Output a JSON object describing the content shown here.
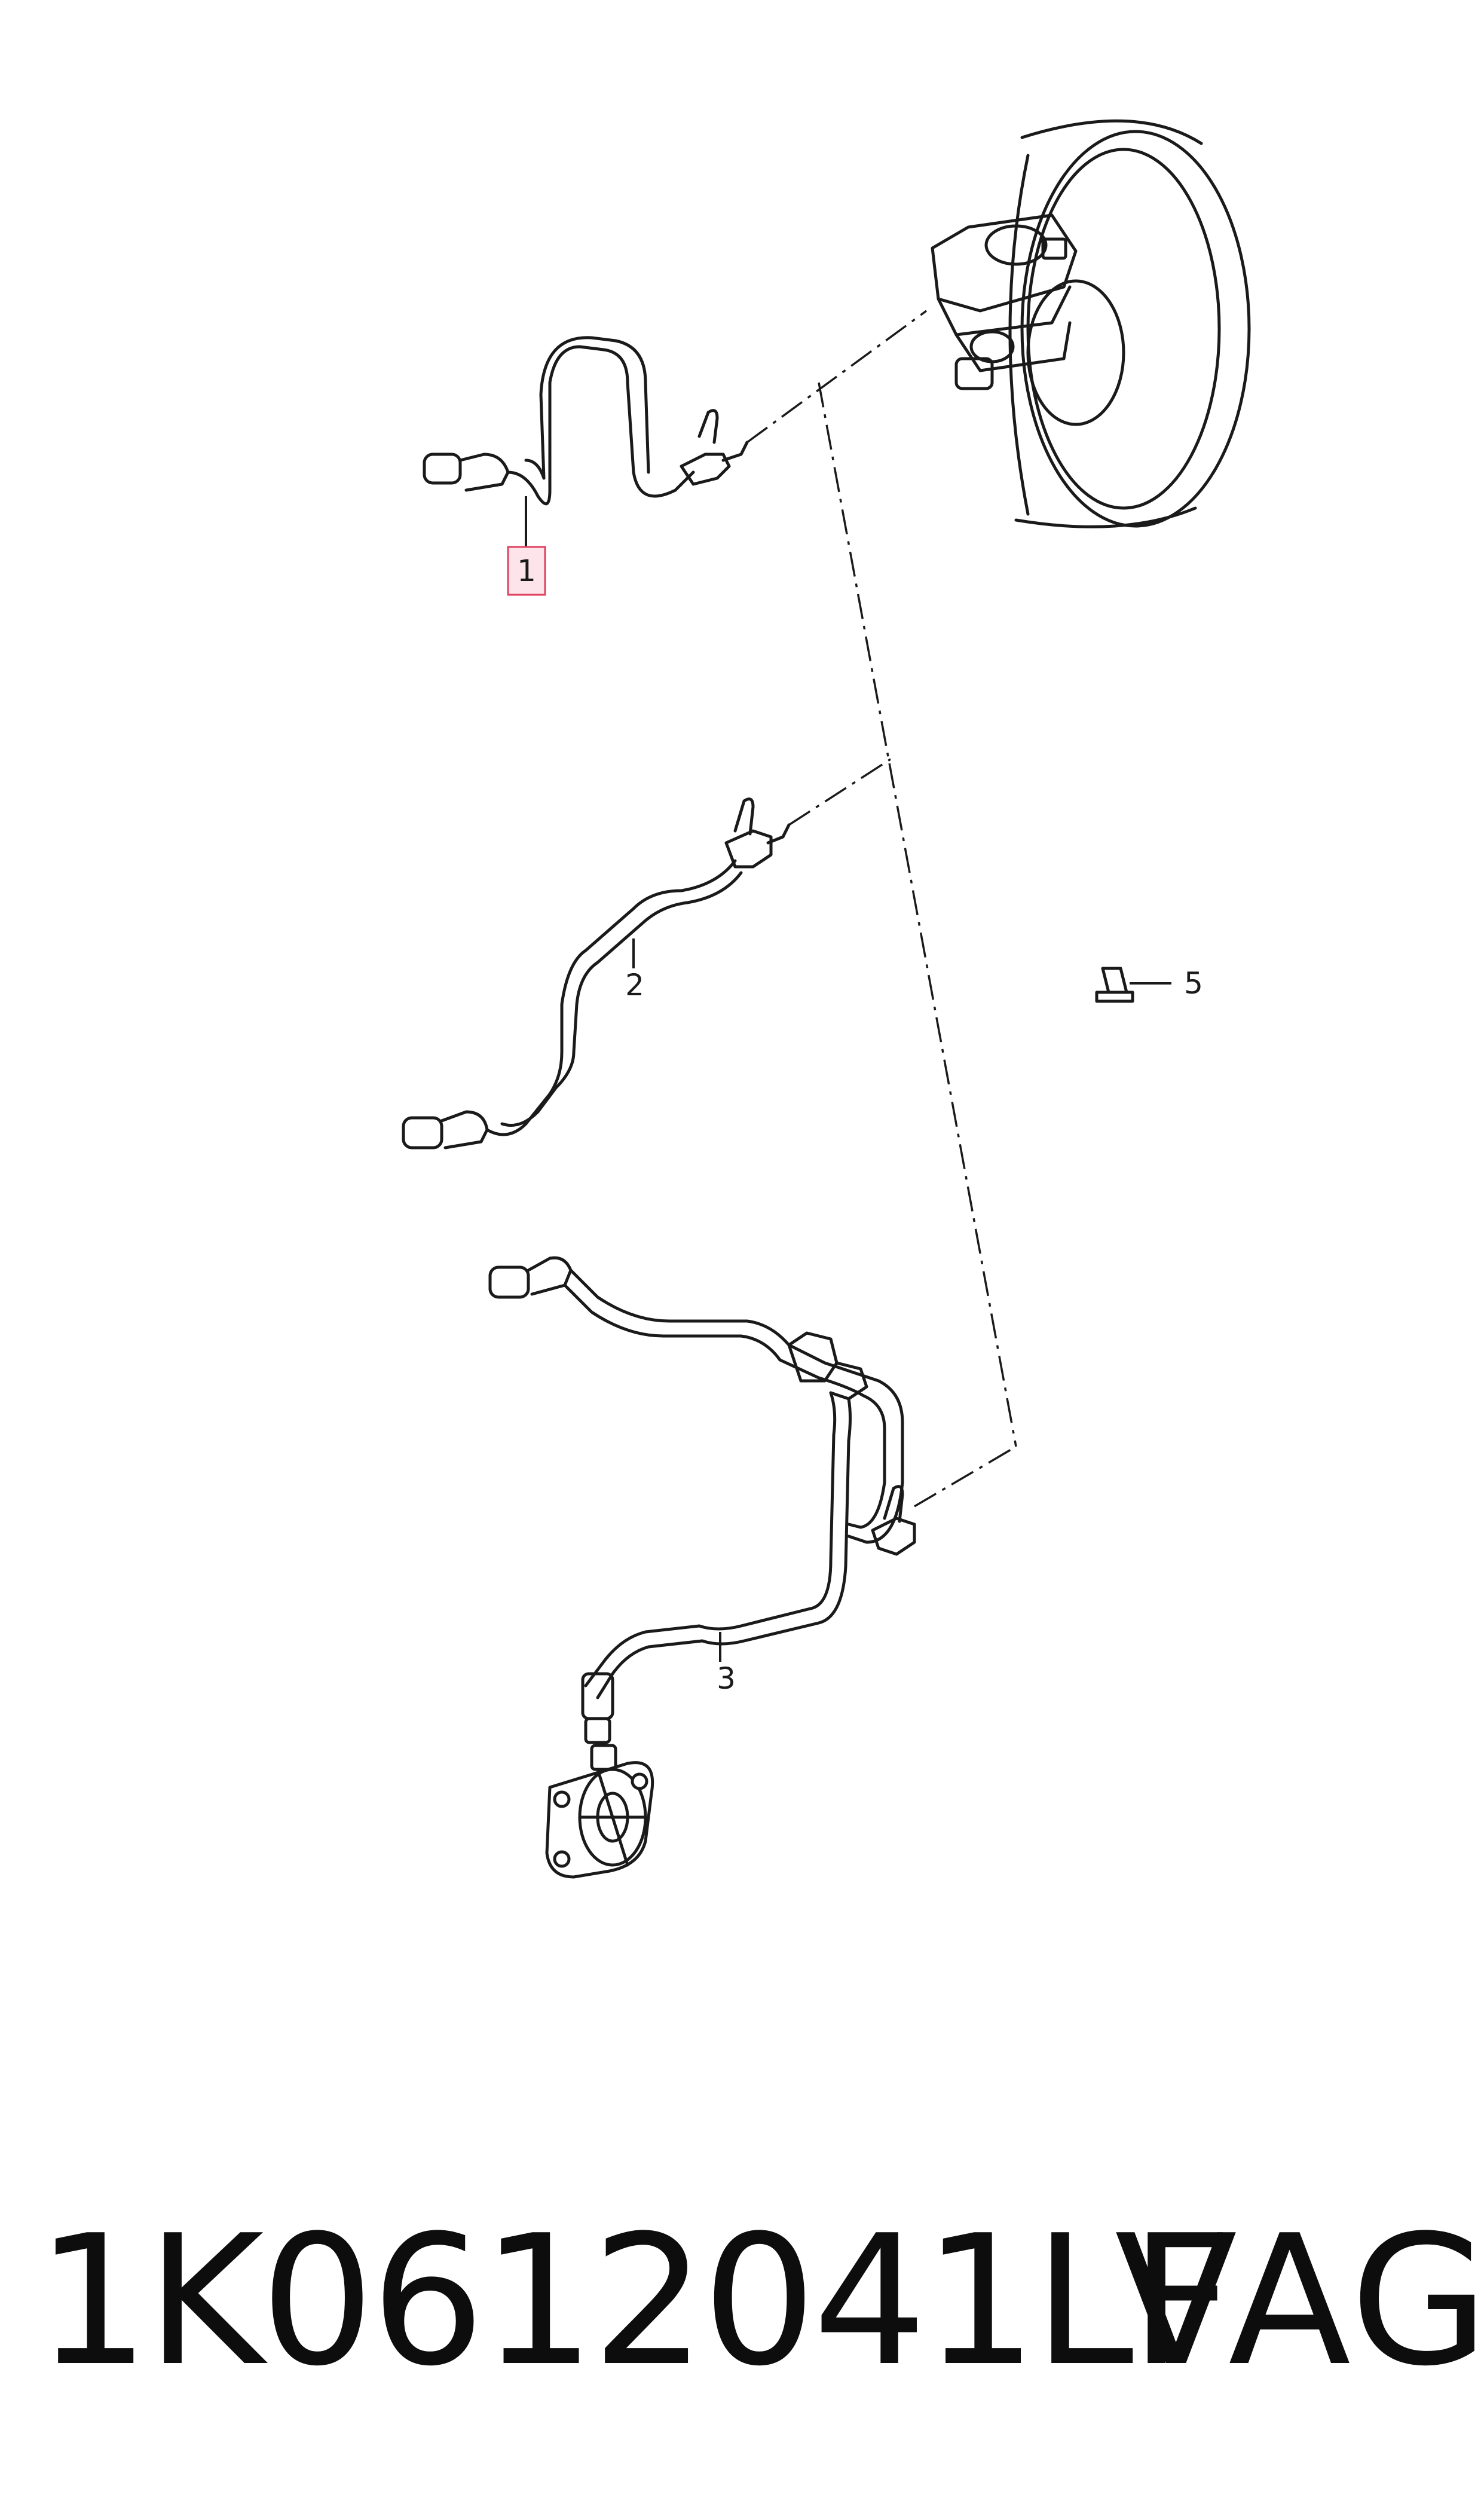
{
  "diagram": {
    "callouts": [
      {
        "id": "1",
        "label": "1",
        "highlighted": true
      },
      {
        "id": "2",
        "label": "2"
      },
      {
        "id": "3",
        "label": "3"
      },
      {
        "id": "5",
        "label": "5"
      }
    ]
  },
  "footer": {
    "part_number": "1K0612041LF",
    "brand": "VAG"
  },
  "colors": {
    "line": "#1a1a1a",
    "highlight_fill": "#fde3ea",
    "highlight_stroke": "#e0405e"
  }
}
